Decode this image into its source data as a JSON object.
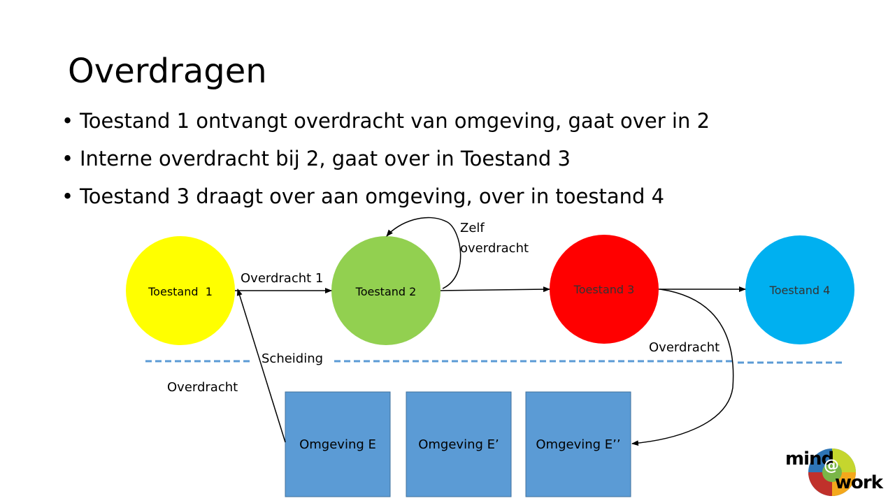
{
  "title": "Overdragen",
  "bullets": [
    "Toestand 1 ontvangt overdracht van omgeving, gaat over in 2",
    "Interne overdracht bij 2, gaat over in Toestand 3",
    "Toestand 3 draagt over aan omgeving, over in toestand 4"
  ],
  "states": [
    {
      "label": "Toestand  1",
      "color": "#ffff00"
    },
    {
      "label": "Toestand 2",
      "color": "#92d050"
    },
    {
      "label": "Toestand 3",
      "color": "#ff0000"
    },
    {
      "label": "Toestand 4",
      "color": "#00b0f0"
    }
  ],
  "environments": [
    {
      "label": "Omgeving E",
      "color": "#5b9bd5"
    },
    {
      "label": "Omgeving E’",
      "color": "#5b9bd5"
    },
    {
      "label": "Omgeving E’’",
      "color": "#5b9bd5"
    }
  ],
  "labels": {
    "transfer1": "Overdracht 1",
    "self_transfer_line1": "Zelf",
    "self_transfer_line2": "overdracht",
    "separation": "Scheiding",
    "transfer_in": "Overdracht",
    "transfer_out": "Overdracht"
  },
  "separator_color": "#5b9bd5",
  "logo": {
    "line1": "mind",
    "at": "@",
    "line2": "work"
  }
}
